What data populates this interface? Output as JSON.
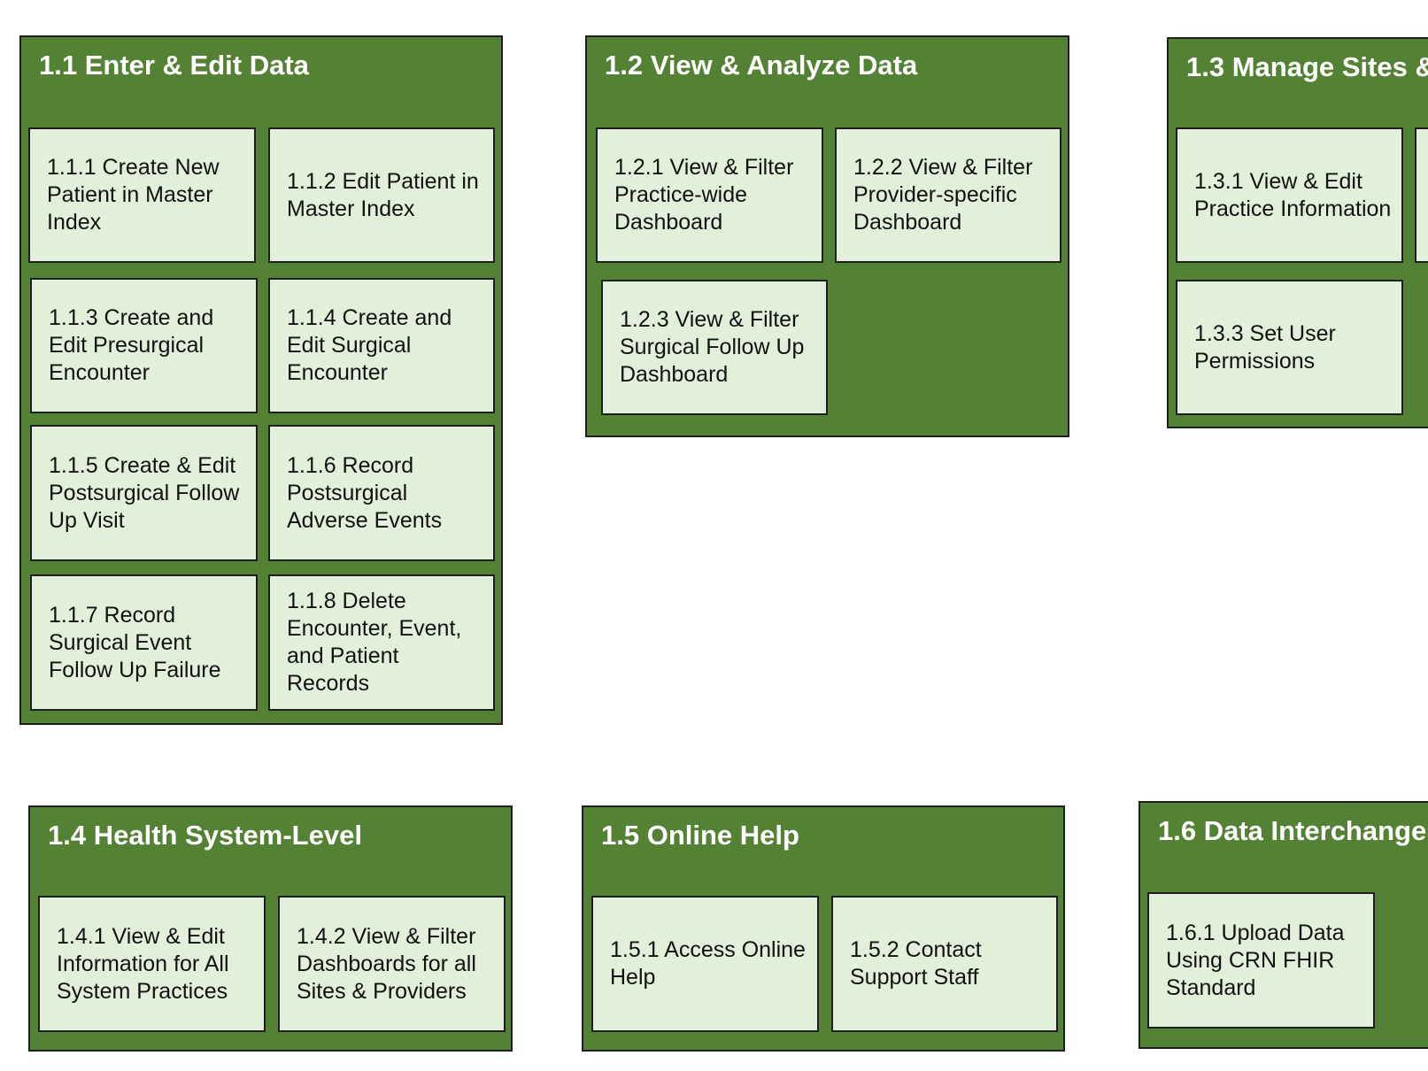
{
  "colors": {
    "group_fill": "#548235",
    "box_fill": "#e2efda",
    "border": "#1e1e1e",
    "title_text": "#ffffff",
    "box_text": "#111111"
  },
  "groups": {
    "g11": {
      "title": "1.1 Enter & Edit Data",
      "items": {
        "i1": "1.1.1 Create New Patient in Master Index",
        "i2": "1.1.2 Edit Patient in Master Index",
        "i3": "1.1.3 Create and Edit Presurgical Encounter",
        "i4": "1.1.4 Create and Edit Surgical Encounter",
        "i5": "1.1.5 Create & Edit Postsurgical Follow Up Visit",
        "i6": "1.1.6 Record Postsurgical Adverse Events",
        "i7": "1.1.7 Record Surgical Event Follow Up Failure",
        "i8": "1.1.8 Delete Encounter, Event, and Patient Records"
      }
    },
    "g12": {
      "title": "1.2 View & Analyze Data",
      "items": {
        "i1": "1.2.1 View & Filter Practice-wide Dashboard",
        "i2": "1.2.2 View & Filter Provider-specific Dashboard",
        "i3": "1.2.3 View & Filter Surgical Follow Up Dashboard"
      }
    },
    "g13": {
      "title": "1.3 Manage Sites &",
      "items": {
        "i1": "1.3.1 View & Edit Practice Information",
        "i3": "1.3.3 Set User Permissions"
      }
    },
    "g14": {
      "title": "1.4 Health System-Level",
      "items": {
        "i1": "1.4.1 View & Edit Information for All System Practices",
        "i2": "1.4.2 View & Filter Dashboards for all Sites & Providers"
      }
    },
    "g15": {
      "title": "1.5 Online Help",
      "items": {
        "i1": "1.5.1 Access Online Help",
        "i2": "1.5.2 Contact Support Staff"
      }
    },
    "g16": {
      "title": "1.6 Data Interchange",
      "items": {
        "i1": "1.6.1 Upload Data Using CRN FHIR Standard"
      }
    }
  }
}
